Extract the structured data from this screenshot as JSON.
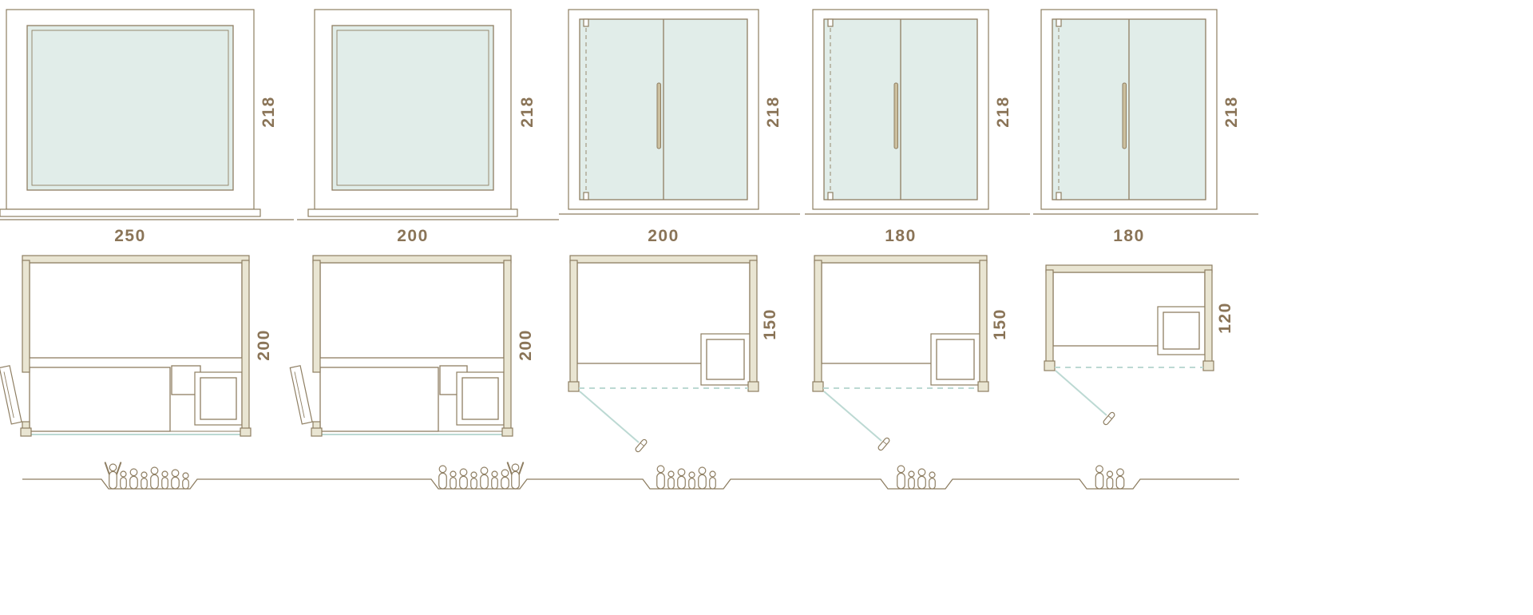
{
  "palette": {
    "line": "#8e7e62",
    "glass": "#e1ede9",
    "wood": "#e9e5d2",
    "accent_blue": "#bcd9d3",
    "label_text": "#8a7457"
  },
  "icons": {
    "heater": "crosshatch-square",
    "person": "outline-figure",
    "door_swing": "diagonal-line-with-handle"
  },
  "models": [
    {
      "front": "fixed-glass-panel",
      "front_width": "250",
      "height": "218",
      "depth": "200",
      "capacity": 8
    },
    {
      "front": "fixed-glass-panel",
      "front_width": "200",
      "height": "218",
      "depth": "200",
      "capacity": 8
    },
    {
      "front": "double-glass-door",
      "front_width": "200",
      "height": "218",
      "depth": "150",
      "capacity": 6
    },
    {
      "front": "double-glass-door",
      "front_width": "180",
      "height": "218",
      "depth": "150",
      "capacity": 4
    },
    {
      "front": "double-glass-door",
      "front_width": "180",
      "height": "218",
      "depth": "120",
      "capacity": 3
    }
  ]
}
